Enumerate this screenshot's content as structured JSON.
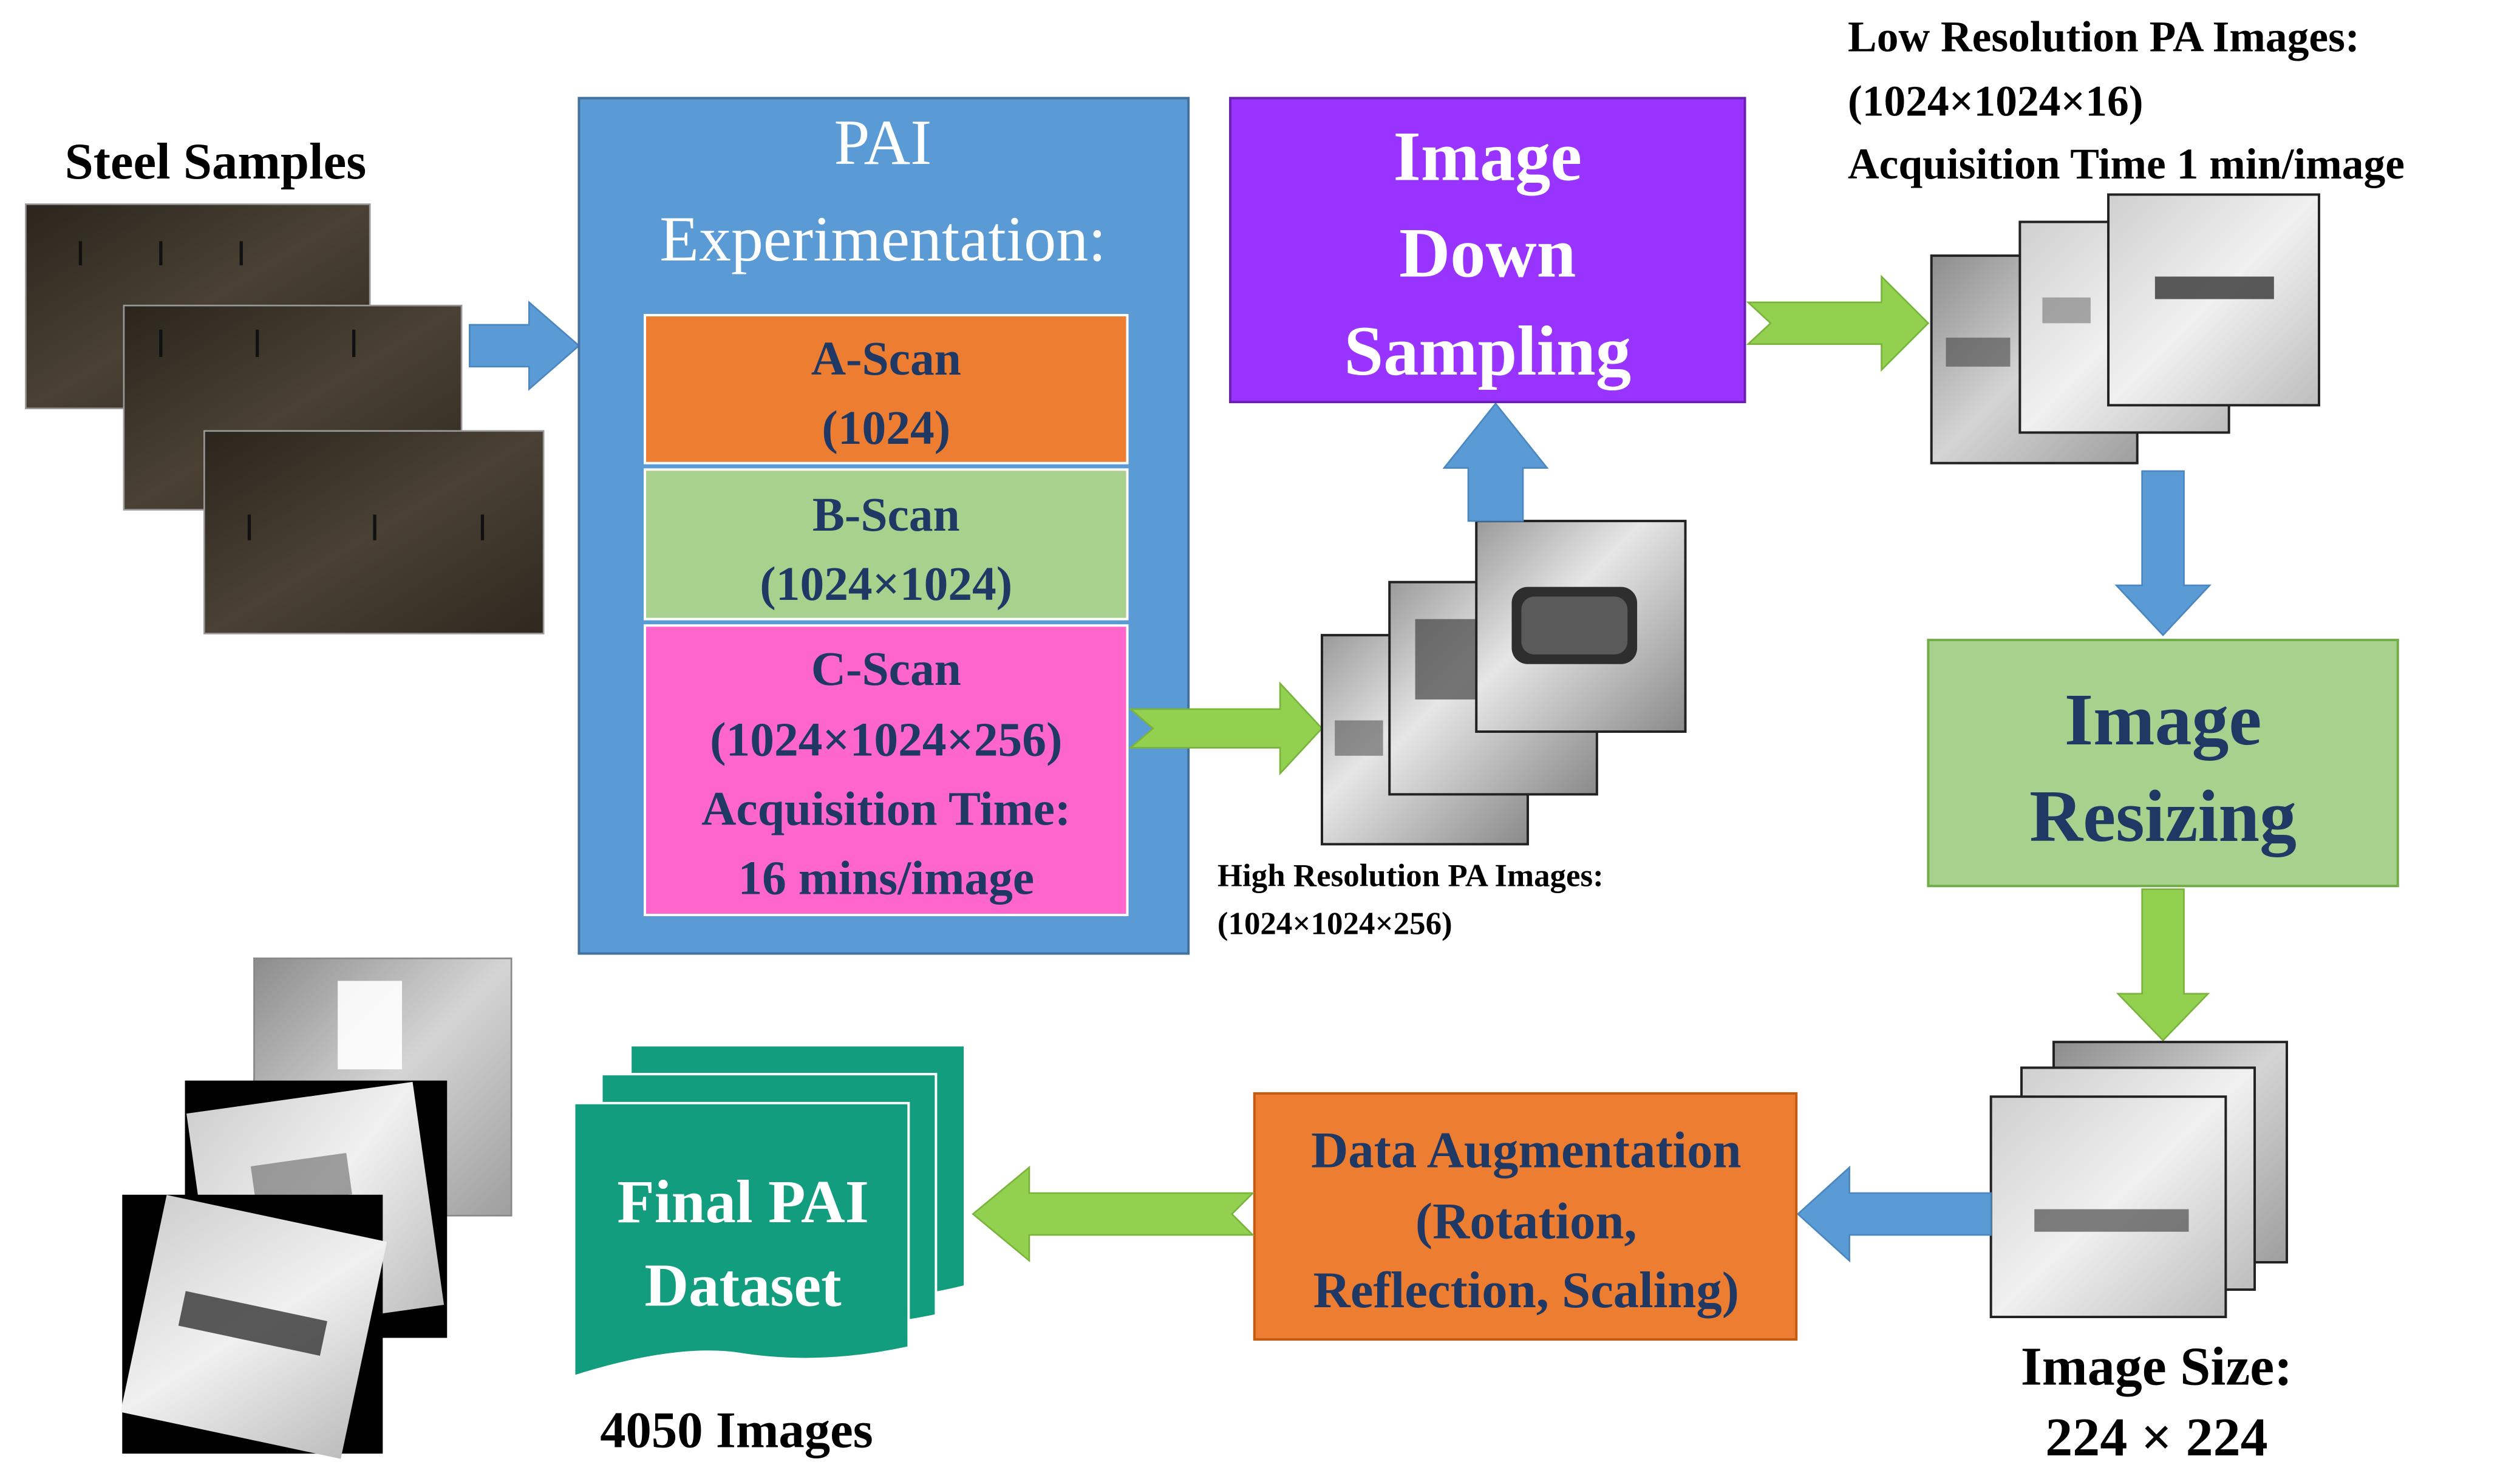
{
  "colors": {
    "steel": "#3a3329",
    "pai_panel": "#5b9bd5",
    "ascan": "#ed7d31",
    "bscan": "#a9d18e",
    "cscan": "#ff66cc",
    "downsampling": "#9933ff",
    "resizing": "#a9d18e",
    "augmentation": "#ed7d31",
    "final_dataset": "#129d7e",
    "arrow_blue": "#5b9bd5",
    "arrow_green": "#92d050",
    "dark_text": "#1f3864"
  },
  "steel_samples": {
    "title": "Steel Samples"
  },
  "pai": {
    "title_line1": "PAI",
    "title_line2": "Experimentation:",
    "ascan": {
      "line1": "A-Scan",
      "line2": "(1024)"
    },
    "bscan": {
      "line1": "B-Scan",
      "line2": "(1024×1024)"
    },
    "cscan": {
      "line1": "C-Scan",
      "line2": "(1024×1024×256)",
      "line3": "Acquisition Time:",
      "line4": "16 mins/image"
    }
  },
  "high_res": {
    "line1": "High Resolution PA Images:",
    "line2": "(1024×1024×256)"
  },
  "downsampling": {
    "line1": "Image",
    "line2": "Down",
    "line3": "Sampling"
  },
  "low_res": {
    "line1": "Low Resolution PA Images:",
    "line2": "(1024×1024×16)",
    "line3": "Acquisition Time 1 min/image"
  },
  "resizing": {
    "line1": "Image",
    "line2": "Resizing"
  },
  "image_size": {
    "line1": "Image Size:",
    "line2": "224 × 224"
  },
  "augmentation": {
    "line1": "Data Augmentation",
    "line2": "(Rotation,",
    "line3": "Reflection, Scaling)"
  },
  "final_dataset": {
    "line1": "Final PAI",
    "line2": "Dataset",
    "count": "4050 Images"
  }
}
